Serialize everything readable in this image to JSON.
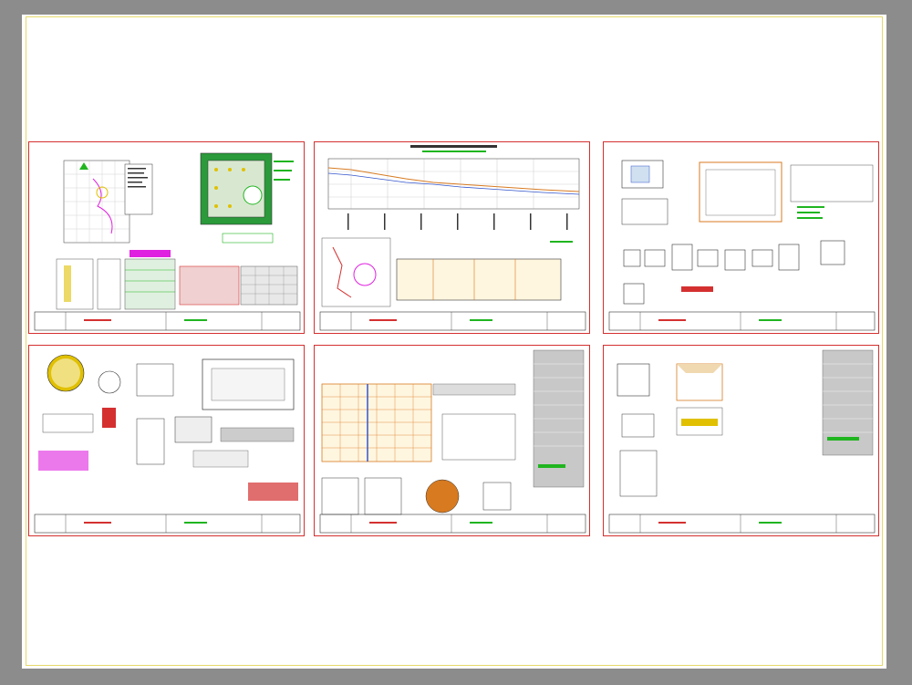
{
  "sheets": [
    {
      "id": "sheet-1",
      "layout": "plan-location"
    },
    {
      "id": "sheet-2",
      "layout": "profile"
    },
    {
      "id": "sheet-3",
      "layout": "details-a"
    },
    {
      "id": "sheet-4",
      "layout": "details-b"
    },
    {
      "id": "sheet-5",
      "layout": "grid-plan"
    },
    {
      "id": "sheet-6",
      "layout": "details-c"
    }
  ],
  "colors": {
    "background": "#8c8c8c",
    "sheet": "#ffffff",
    "frame": "#d43030",
    "accent_green": "#1fb51f",
    "accent_magenta": "#e020e0",
    "accent_yellow": "#e0c000",
    "accent_blue": "#3355cc",
    "accent_orange": "#d87a20"
  }
}
